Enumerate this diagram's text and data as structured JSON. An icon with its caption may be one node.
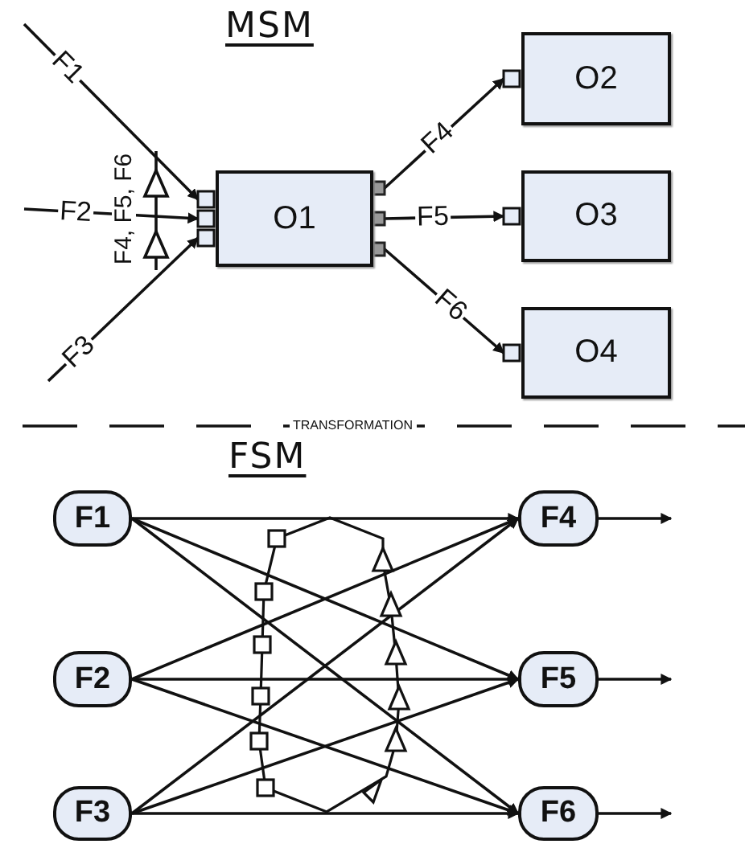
{
  "diagram": {
    "nodes": [
      {
        "text": [
          "O1"
        ]
      },
      {
        "text": [
          "O2"
        ]
      },
      {
        "text": [
          "O3"
        ]
      },
      {
        "text": [
          "O4"
        ]
      },
      {
        "text": [
          "F1"
        ]
      },
      {
        "text": [
          "F2"
        ]
      },
      {
        "text": [
          "F3"
        ]
      },
      {
        "text": [
          "F4"
        ]
      },
      {
        "text": [
          "F5"
        ]
      },
      {
        "text": [
          "F6"
        ]
      }
    ],
    "edges": [
      {
        "from": null,
        "to": 0,
        "arrow": "to",
        "label": "F1"
      },
      {
        "from": null,
        "to": 0,
        "arrow": "to",
        "label": "F2"
      },
      {
        "from": null,
        "to": 0,
        "arrow": "to",
        "label": "F3"
      },
      {
        "from": 0,
        "to": 1,
        "arrow": "to",
        "label": "F4"
      },
      {
        "from": 0,
        "to": 2,
        "arrow": "to",
        "label": "F5"
      },
      {
        "from": 0,
        "to": 3,
        "arrow": "to",
        "label": "F6"
      },
      {
        "from": 4,
        "to": 7,
        "arrow": "to"
      },
      {
        "from": 4,
        "to": 8,
        "arrow": "to"
      },
      {
        "from": 4,
        "to": 9,
        "arrow": "to"
      },
      {
        "from": 5,
        "to": 7,
        "arrow": "to"
      },
      {
        "from": 5,
        "to": 8,
        "arrow": "to"
      },
      {
        "from": 5,
        "to": 9,
        "arrow": "to"
      },
      {
        "from": 6,
        "to": 7,
        "arrow": "to"
      },
      {
        "from": 6,
        "to": 8,
        "arrow": "to"
      },
      {
        "from": 6,
        "to": 9,
        "arrow": "to"
      },
      {
        "from": 7,
        "to": null,
        "arrow": "to"
      },
      {
        "from": 8,
        "to": null,
        "arrow": "to"
      },
      {
        "from": 9,
        "to": null,
        "arrow": "to"
      }
    ],
    "labels": [
      "MSM",
      "F4, F5, F6",
      "TRANSFORMATION",
      "FSM"
    ]
  }
}
